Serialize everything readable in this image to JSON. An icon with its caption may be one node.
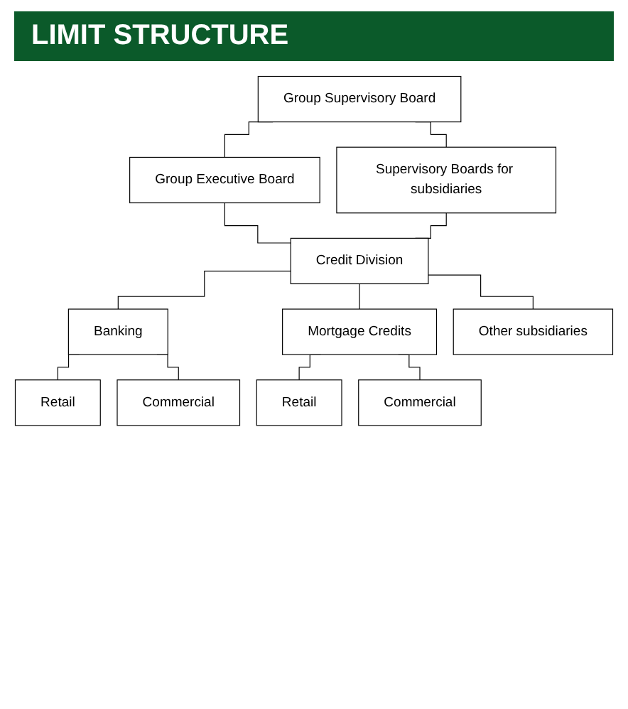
{
  "diagram": {
    "title": "LIMIT STRUCTURE",
    "nodes": [
      {
        "text": [
          "Group Supervisory Board"
        ]
      },
      {
        "text": [
          "Group Executive Board"
        ]
      },
      {
        "text": [
          "Supervisory Boards for subsidiaries"
        ]
      },
      {
        "text": [
          "Credit Division"
        ]
      },
      {
        "text": [
          "Banking"
        ]
      },
      {
        "text": [
          "Mortgage Credits"
        ]
      },
      {
        "text": [
          "Other subsidiaries"
        ]
      },
      {
        "text": [
          "Retail"
        ]
      },
      {
        "text": [
          "Commercial"
        ]
      },
      {
        "text": [
          "Retail"
        ]
      },
      {
        "text": [
          "Commercial"
        ]
      }
    ],
    "edges": [
      {
        "from": 0,
        "to": 1,
        "arrow": "none"
      },
      {
        "from": 0,
        "to": 2,
        "arrow": "none"
      },
      {
        "from": 1,
        "to": 3,
        "arrow": "none"
      },
      {
        "from": 2,
        "to": 3,
        "arrow": "none"
      },
      {
        "from": 3,
        "to": 4,
        "arrow": "none"
      },
      {
        "from": 3,
        "to": 5,
        "arrow": "none"
      },
      {
        "from": 3,
        "to": 6,
        "arrow": "none"
      },
      {
        "from": 4,
        "to": 7,
        "arrow": "none"
      },
      {
        "from": 4,
        "to": 8,
        "arrow": "none"
      },
      {
        "from": 5,
        "to": 9,
        "arrow": "none"
      },
      {
        "from": 5,
        "to": 10,
        "arrow": "none"
      }
    ]
  }
}
